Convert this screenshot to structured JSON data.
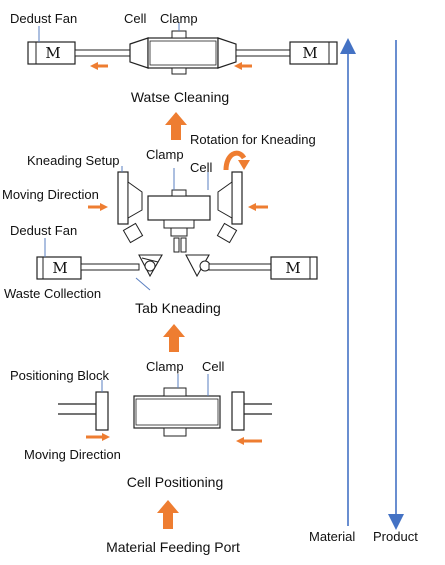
{
  "stage_top": {
    "dedust_fan_label": "Dedust Fan",
    "cell_label": "Cell",
    "clamp_label": "Clamp",
    "caption": "Watse Cleaning",
    "motor_letter": "M"
  },
  "stage_middle": {
    "kneading_setup_label": "Kneading Setup",
    "clamp_label": "Clamp",
    "cell_label": "Cell",
    "rotation_label": "Rotation for Kneading",
    "moving_direction_label": "Moving Direction",
    "dedust_fan_label": "Dedust Fan",
    "waste_collection_label": "Waste Collection",
    "caption": "Tab Kneading",
    "motor_letter": "M"
  },
  "stage_bottom": {
    "positioning_block_label": "Positioning Block",
    "clamp_label": "Clamp",
    "cell_label": "Cell",
    "moving_direction_label": "Moving Direction",
    "caption": "Cell Positioning"
  },
  "feeding_port_label": "Material Feeding Port",
  "side_arrows": {
    "material_label": "Material",
    "product_label": "Product"
  },
  "colors": {
    "arrow_orange": "#ee7d31",
    "flow_blue": "#4472c4",
    "outline": "#222222"
  }
}
